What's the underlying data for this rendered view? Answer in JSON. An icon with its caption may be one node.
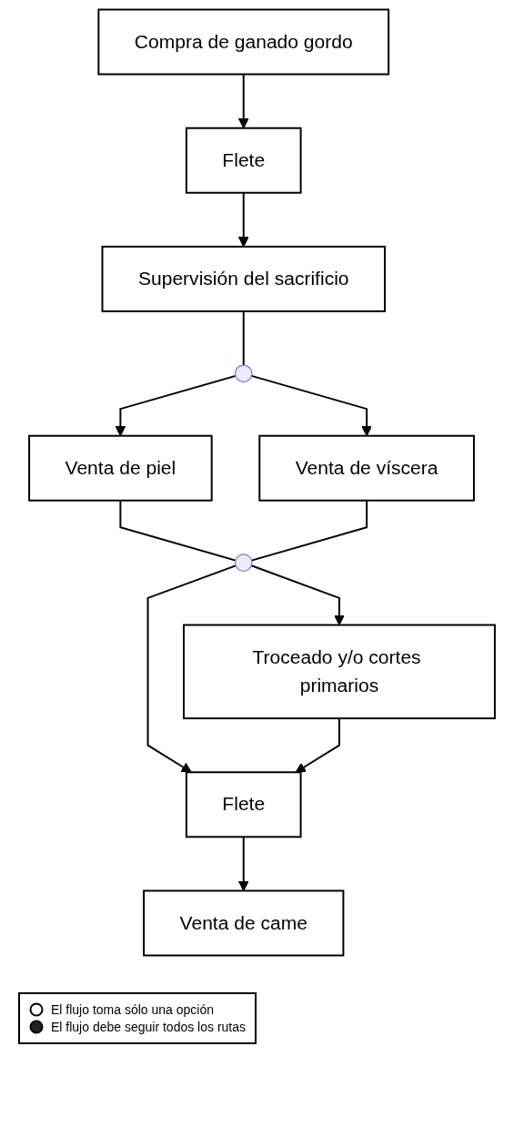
{
  "diagram": {
    "nodes": [
      {
        "text": [
          "Compra de ganado gordo"
        ]
      },
      {
        "text": [
          "Flete"
        ]
      },
      {
        "text": [
          "Supervisión del sacrificio"
        ]
      },
      {
        "text": [],
        "shape": "circle"
      },
      {
        "text": [
          "Venta de piel"
        ]
      },
      {
        "text": [
          "Venta de víscera"
        ]
      },
      {
        "text": [],
        "shape": "circle"
      },
      {
        "text": [
          "Troceado y/o cortes primarios"
        ]
      },
      {
        "text": [
          "Flete"
        ]
      },
      {
        "text": [
          "Venta de came"
        ]
      }
    ],
    "edges": [
      {
        "from": 0,
        "to": 1,
        "arrow": "to"
      },
      {
        "from": 1,
        "to": 2,
        "arrow": "to"
      },
      {
        "from": 2,
        "to": 3,
        "arrow": "none"
      },
      {
        "from": 3,
        "to": 4,
        "arrow": "to"
      },
      {
        "from": 3,
        "to": 5,
        "arrow": "to"
      },
      {
        "from": 4,
        "to": 6,
        "arrow": "none"
      },
      {
        "from": 5,
        "to": 6,
        "arrow": "none"
      },
      {
        "from": 6,
        "to": 7,
        "arrow": "to"
      },
      {
        "from": 6,
        "to": 8,
        "arrow": "to"
      },
      {
        "from": 7,
        "to": 8,
        "arrow": "to"
      },
      {
        "from": 8,
        "to": 9,
        "arrow": "to"
      }
    ],
    "legend": [
      {
        "text": "El flujo toma sólo una opción"
      },
      {
        "text": "El flujo debe seguir todos los rutas"
      }
    ]
  }
}
